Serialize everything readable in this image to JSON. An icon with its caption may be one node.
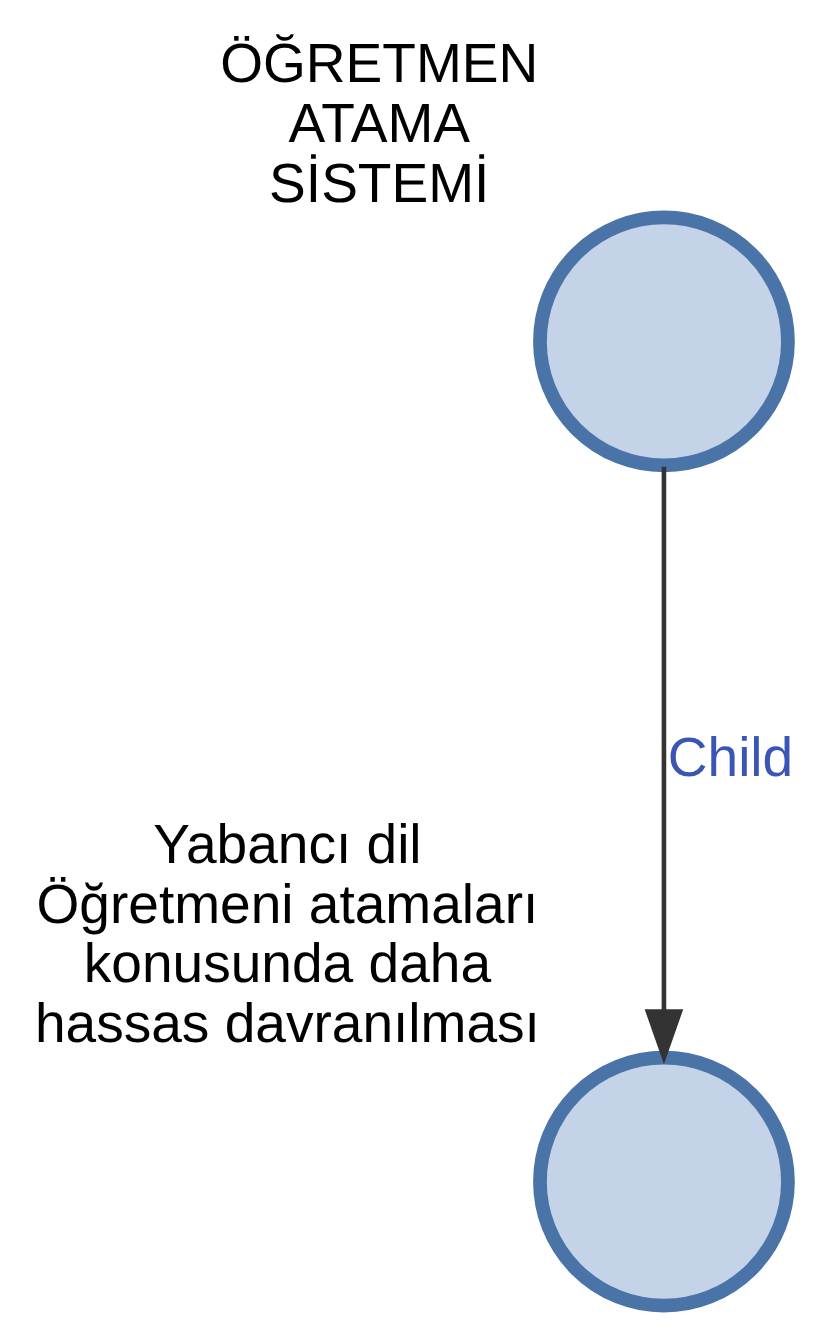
{
  "diagram": {
    "nodes": [
      {
        "text": [
          "ÖĞRETMEN ATAMA SİSTEMİ"
        ]
      },
      {
        "text": [
          "Yabancı dil Öğretmeni atamaları konusunda daha hassas davranılması"
        ]
      }
    ],
    "edges": [
      {
        "from": 0,
        "to": 1,
        "arrow": "to",
        "label": "Child"
      }
    ]
  }
}
